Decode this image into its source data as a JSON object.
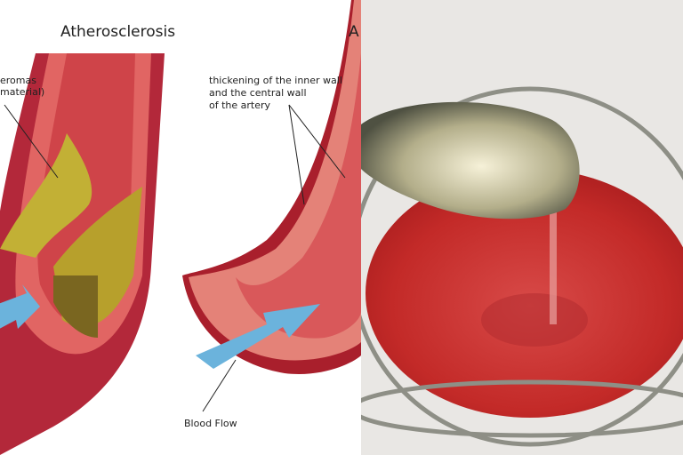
{
  "illustration": {
    "title": "Atherosclerosis",
    "title_cut": "A",
    "left_artery_label": [
      "eromas",
      "material)"
    ],
    "right_artery_label": [
      "thickening of the inner wall",
      "and the central wall",
      "of the artery"
    ],
    "arrow_label": "Blood Flow",
    "colors": {
      "artery": "#d9585a",
      "wall_light": "#ee9088",
      "wall_dark": "#a91f2c",
      "plaque": "#c9b22c",
      "arrow": "#6bb3dc"
    }
  },
  "photo": {
    "subject": "spoon pouring clear liquid into bowl of red liquid",
    "colors": {
      "liquid": "#c32a28",
      "background": "#e9e7e4",
      "spoon": "#8a8d78"
    }
  }
}
